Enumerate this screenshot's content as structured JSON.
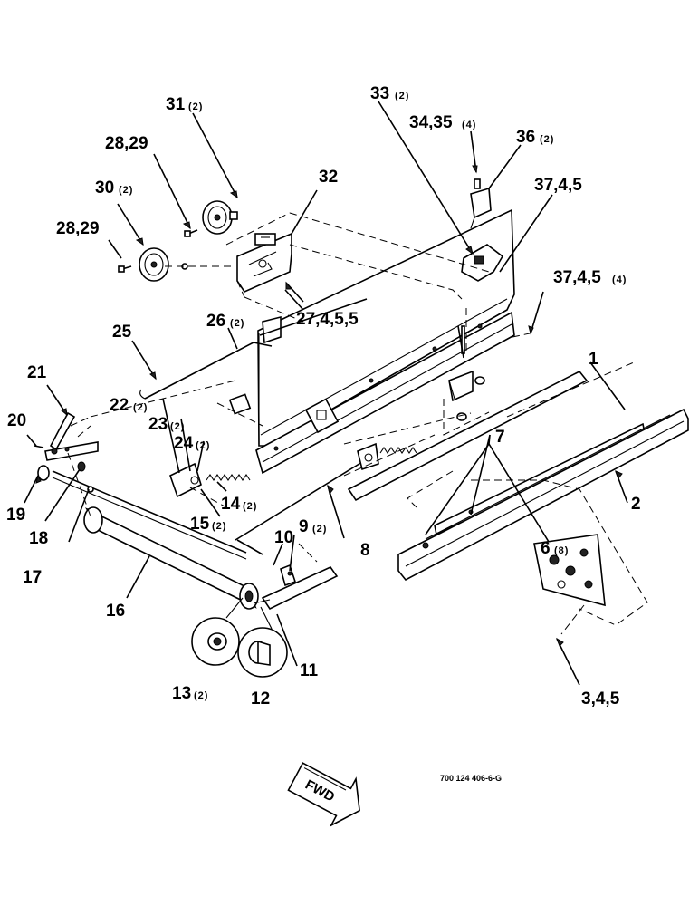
{
  "diagram": {
    "drawing_number": "700 124 406-6-G",
    "direction_label": "FWD",
    "callouts": [
      {
        "id": "c1",
        "label": "1",
        "qty": ""
      },
      {
        "id": "c2",
        "label": "2",
        "qty": ""
      },
      {
        "id": "c3",
        "label": "3,4,5",
        "qty": ""
      },
      {
        "id": "c6",
        "label": "6",
        "qty": "(8)"
      },
      {
        "id": "c7",
        "label": "7",
        "qty": ""
      },
      {
        "id": "c8",
        "label": "8",
        "qty": ""
      },
      {
        "id": "c9",
        "label": "9",
        "qty": "(2)"
      },
      {
        "id": "c10",
        "label": "10",
        "qty": ""
      },
      {
        "id": "c11",
        "label": "11",
        "qty": ""
      },
      {
        "id": "c12",
        "label": "12",
        "qty": ""
      },
      {
        "id": "c13",
        "label": "13",
        "qty": "(2)"
      },
      {
        "id": "c14",
        "label": "14",
        "qty": "(2)"
      },
      {
        "id": "c15",
        "label": "15",
        "qty": "(2)"
      },
      {
        "id": "c16",
        "label": "16",
        "qty": ""
      },
      {
        "id": "c17",
        "label": "17",
        "qty": ""
      },
      {
        "id": "c18",
        "label": "18",
        "qty": ""
      },
      {
        "id": "c19",
        "label": "19",
        "qty": ""
      },
      {
        "id": "c20",
        "label": "20",
        "qty": ""
      },
      {
        "id": "c21",
        "label": "21",
        "qty": ""
      },
      {
        "id": "c22",
        "label": "22",
        "qty": "(2)"
      },
      {
        "id": "c23",
        "label": "23",
        "qty": "(2)"
      },
      {
        "id": "c24",
        "label": "24",
        "qty": "(2)"
      },
      {
        "id": "c25",
        "label": "25",
        "qty": ""
      },
      {
        "id": "c26",
        "label": "26",
        "qty": "(2)"
      },
      {
        "id": "c27",
        "label": "27,4,5,5",
        "qty": ""
      },
      {
        "id": "c28a",
        "label": "28,29",
        "qty": ""
      },
      {
        "id": "c28b",
        "label": "28,29",
        "qty": ""
      },
      {
        "id": "c30",
        "label": "30",
        "qty": "(2)"
      },
      {
        "id": "c31",
        "label": "31",
        "qty": "(2)"
      },
      {
        "id": "c32",
        "label": "32",
        "qty": ""
      },
      {
        "id": "c33",
        "label": "33",
        "qty": "(2)"
      },
      {
        "id": "c34",
        "label": "34,35",
        "qty": "(4)"
      },
      {
        "id": "c36",
        "label": "36",
        "qty": "(2)"
      },
      {
        "id": "c37a",
        "label": "37,4,5",
        "qty": ""
      },
      {
        "id": "c37b",
        "label": "37,4,5",
        "qty": "(4)"
      }
    ]
  }
}
